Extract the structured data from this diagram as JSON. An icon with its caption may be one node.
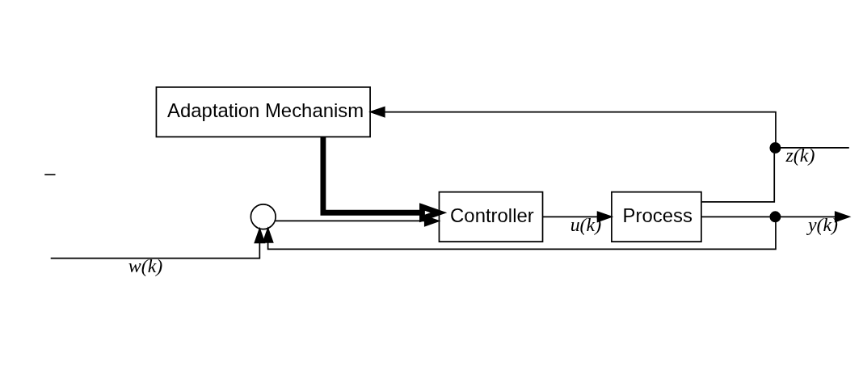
{
  "diagram": {
    "nodes": [
      {
        "text": [
          "Adaptation Mechanism"
        ]
      },
      {
        "text": [
          "Controller"
        ]
      },
      {
        "text": [
          "Process"
        ]
      },
      {
        "text": [],
        "shape": "circle"
      },
      {
        "text": [],
        "shape": "dot"
      },
      {
        "text": [],
        "shape": "dot"
      }
    ],
    "edges": [
      {
        "from": null,
        "to": 3,
        "arrow": "to",
        "label": "w(k)"
      },
      {
        "from": 3,
        "to": 1,
        "arrow": "to"
      },
      {
        "from": 1,
        "to": 2,
        "arrow": "to",
        "label": "u(k)"
      },
      {
        "from": 2,
        "to": 4,
        "arrow": "none"
      },
      {
        "from": 4,
        "to": null,
        "arrow": "none",
        "label": "z(k)"
      },
      {
        "from": 4,
        "to": 0,
        "arrow": "to"
      },
      {
        "from": 0,
        "to": 1,
        "arrow": "to",
        "style": "thick"
      },
      {
        "from": 2,
        "to": 5,
        "arrow": "none"
      },
      {
        "from": 5,
        "to": null,
        "arrow": "to",
        "label": "y(k)"
      },
      {
        "from": 5,
        "to": 3,
        "arrow": "to"
      }
    ],
    "labels": [
      "–"
    ]
  }
}
